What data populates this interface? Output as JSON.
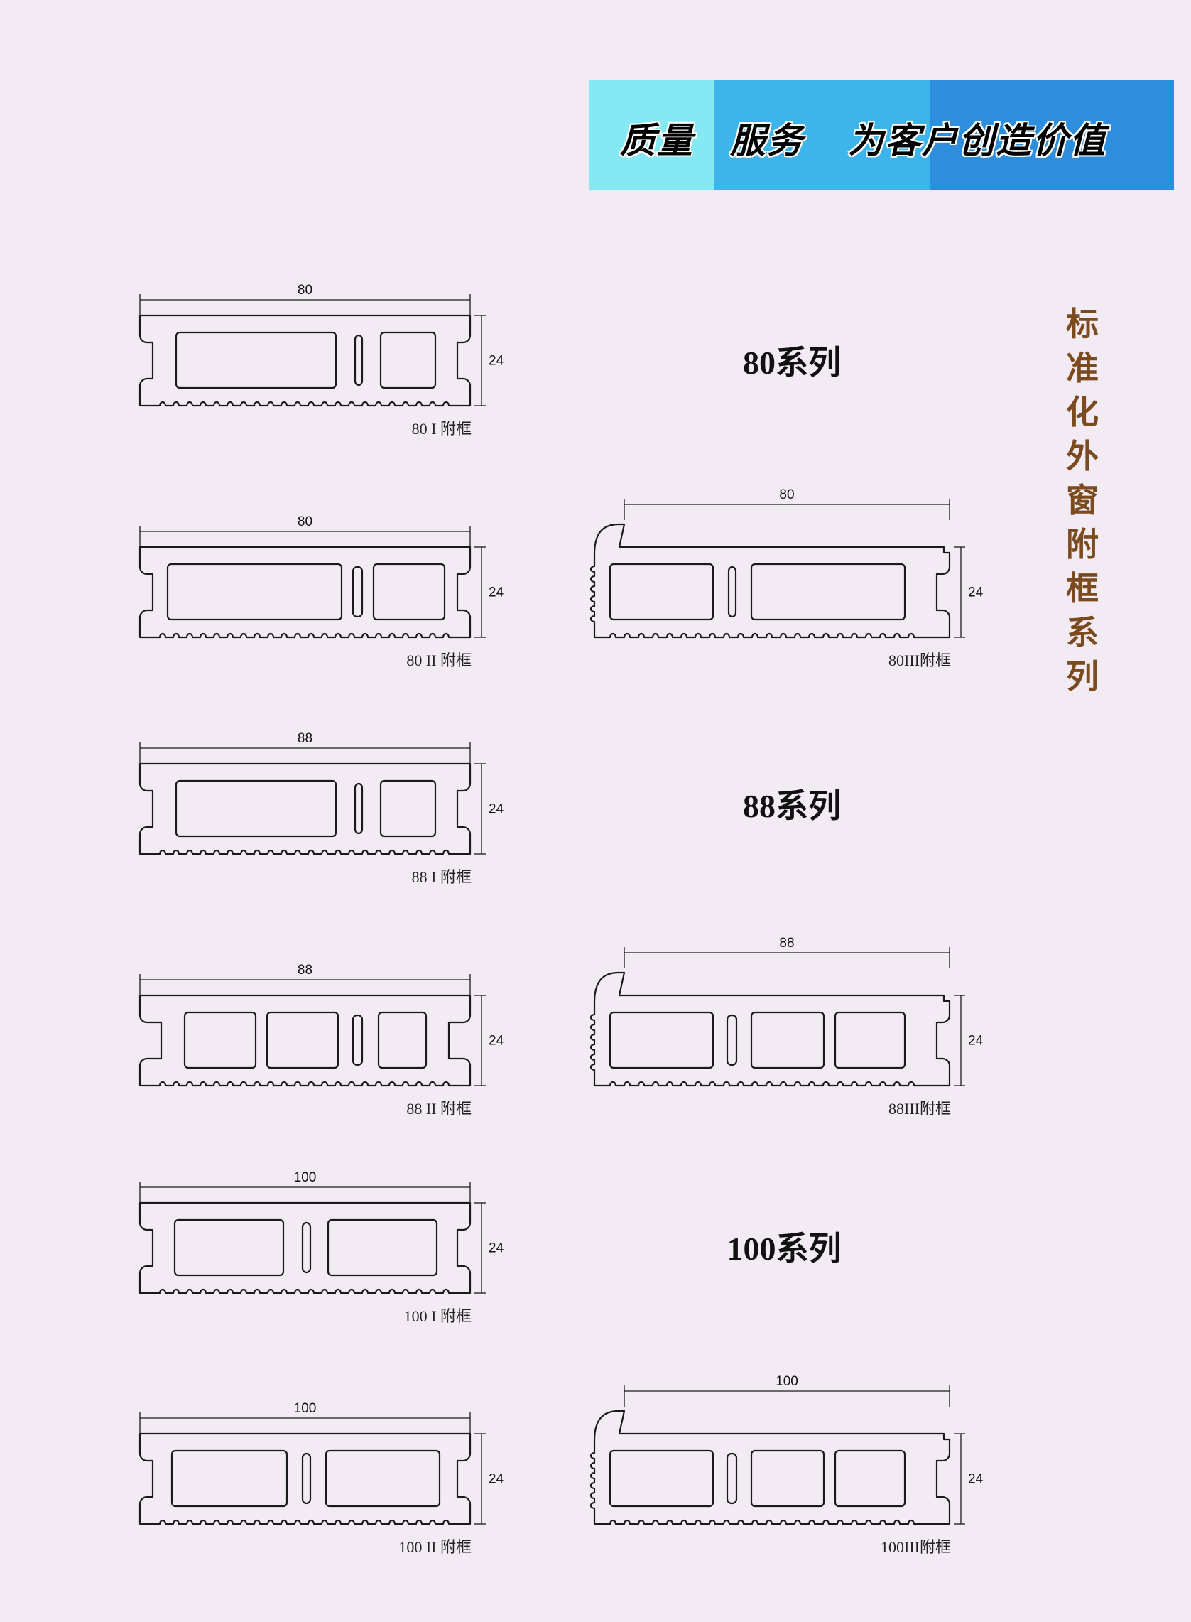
{
  "banner": {
    "segment_1": "质量",
    "segment_2": "服务",
    "segment_3": "为客户创造价值",
    "colors": [
      "#86E8F2",
      "#3DB4EA",
      "#2D8EDE"
    ]
  },
  "side_title": [
    "标",
    "准",
    "化",
    "外",
    "窗",
    "附",
    "框",
    "系",
    "列"
  ],
  "series_labels": {
    "s80": "80系列",
    "s88": "88系列",
    "s100": "100系列"
  },
  "profiles": [
    {
      "name": "80 I 附框",
      "width": "80",
      "height": "24"
    },
    {
      "name": "80 II 附框",
      "width": "80",
      "height": "24"
    },
    {
      "name": "80III附框",
      "width": "80",
      "height": "24"
    },
    {
      "name": "88 I 附框",
      "width": "88",
      "height": "24"
    },
    {
      "name": "88 II 附框",
      "width": "88",
      "height": "24"
    },
    {
      "name": "88III附框",
      "width": "88",
      "height": "24"
    },
    {
      "name": "100 I 附框",
      "width": "100",
      "height": "24"
    },
    {
      "name": "100 II 附框",
      "width": "100",
      "height": "24"
    },
    {
      "name": "100III附框",
      "width": "100",
      "height": "24"
    }
  ]
}
